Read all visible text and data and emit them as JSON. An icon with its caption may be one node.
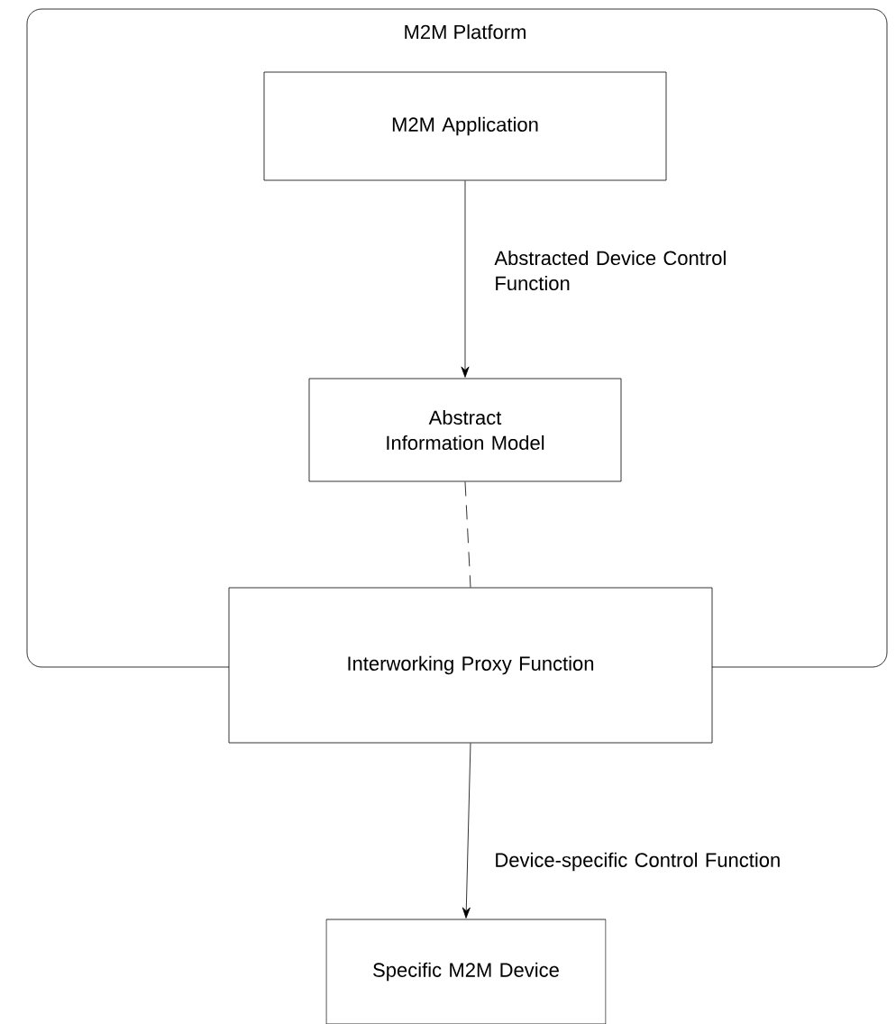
{
  "diagram": {
    "nodes": [
      {
        "text": [
          "M2M Platform"
        ]
      },
      {
        "text": [
          "M2M Application"
        ],
        "in": 0
      },
      {
        "text": [
          "Abstract Information Model"
        ],
        "in": 0
      },
      {
        "text": [
          "Interworking Proxy Function"
        ]
      },
      {
        "text": [
          "Specific M2M Device"
        ]
      }
    ],
    "edges": [
      {
        "from": 1,
        "to": 2,
        "arrow": "to",
        "label": "Abstracted Device Control Function"
      },
      {
        "from": 2,
        "to": 3,
        "arrow": "none",
        "style": "dashed"
      },
      {
        "from": 3,
        "to": 4,
        "arrow": "to",
        "label": "Device-specific Control Function"
      }
    ]
  }
}
